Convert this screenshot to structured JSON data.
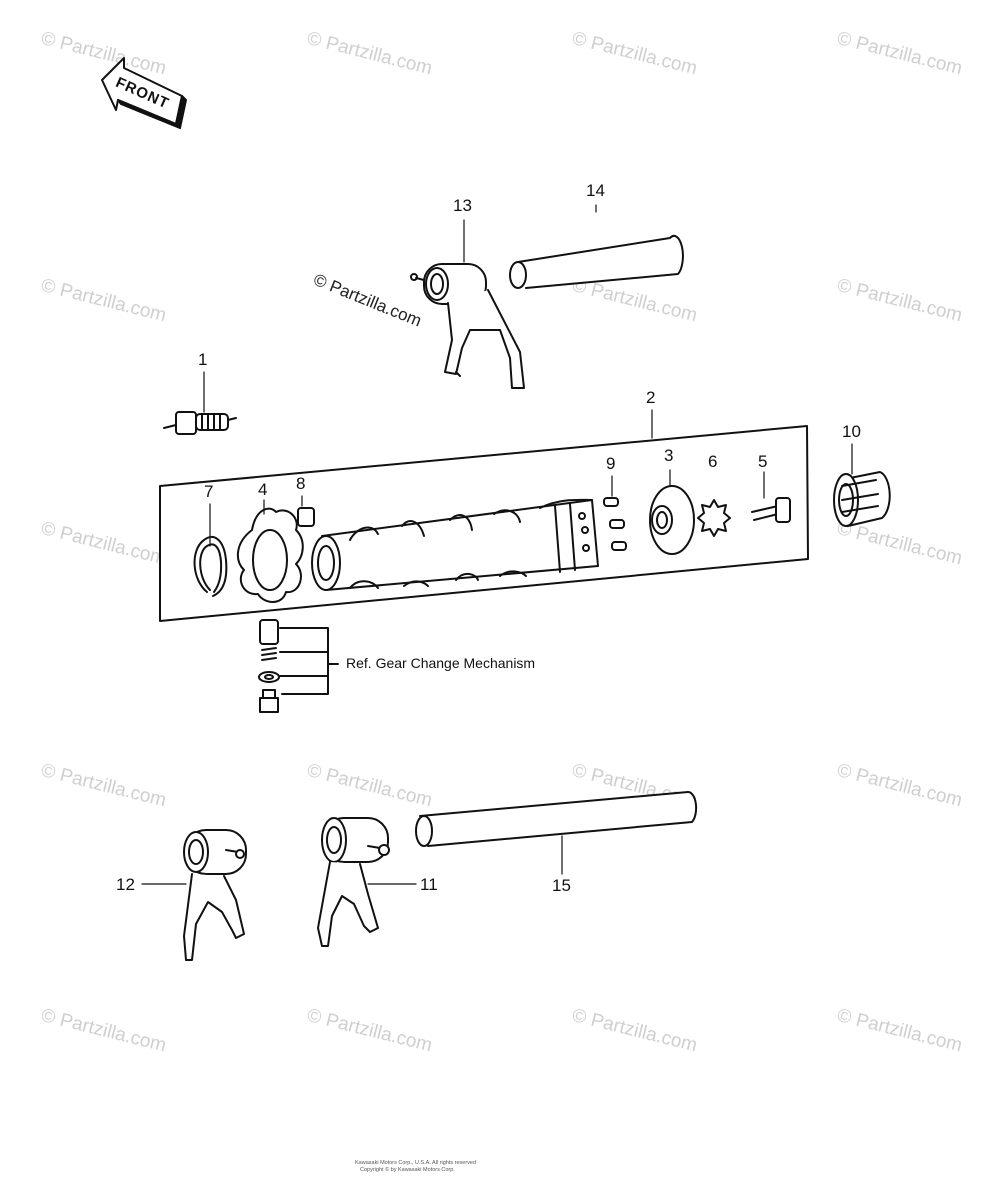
{
  "watermark": "© Partzilla.com",
  "front_label": "FRONT",
  "reference_note": "Ref. Gear Change Mechanism",
  "callouts": {
    "c1": "1",
    "c2": "2",
    "c3": "3",
    "c4": "4",
    "c5": "5",
    "c6": "6",
    "c7": "7",
    "c8": "8",
    "c9": "9",
    "c10": "10",
    "c11": "11",
    "c12": "12",
    "c13": "13",
    "c14": "14",
    "c15": "15"
  },
  "copyright": {
    "line1": "Kawasaki Motors Corp., U.S.A. All rights reserved",
    "line2": "Copyright © by Kawasaki Motors Corp."
  },
  "colors": {
    "ink": "#111111",
    "watermark": "#cfcfcf",
    "background": "#ffffff"
  }
}
